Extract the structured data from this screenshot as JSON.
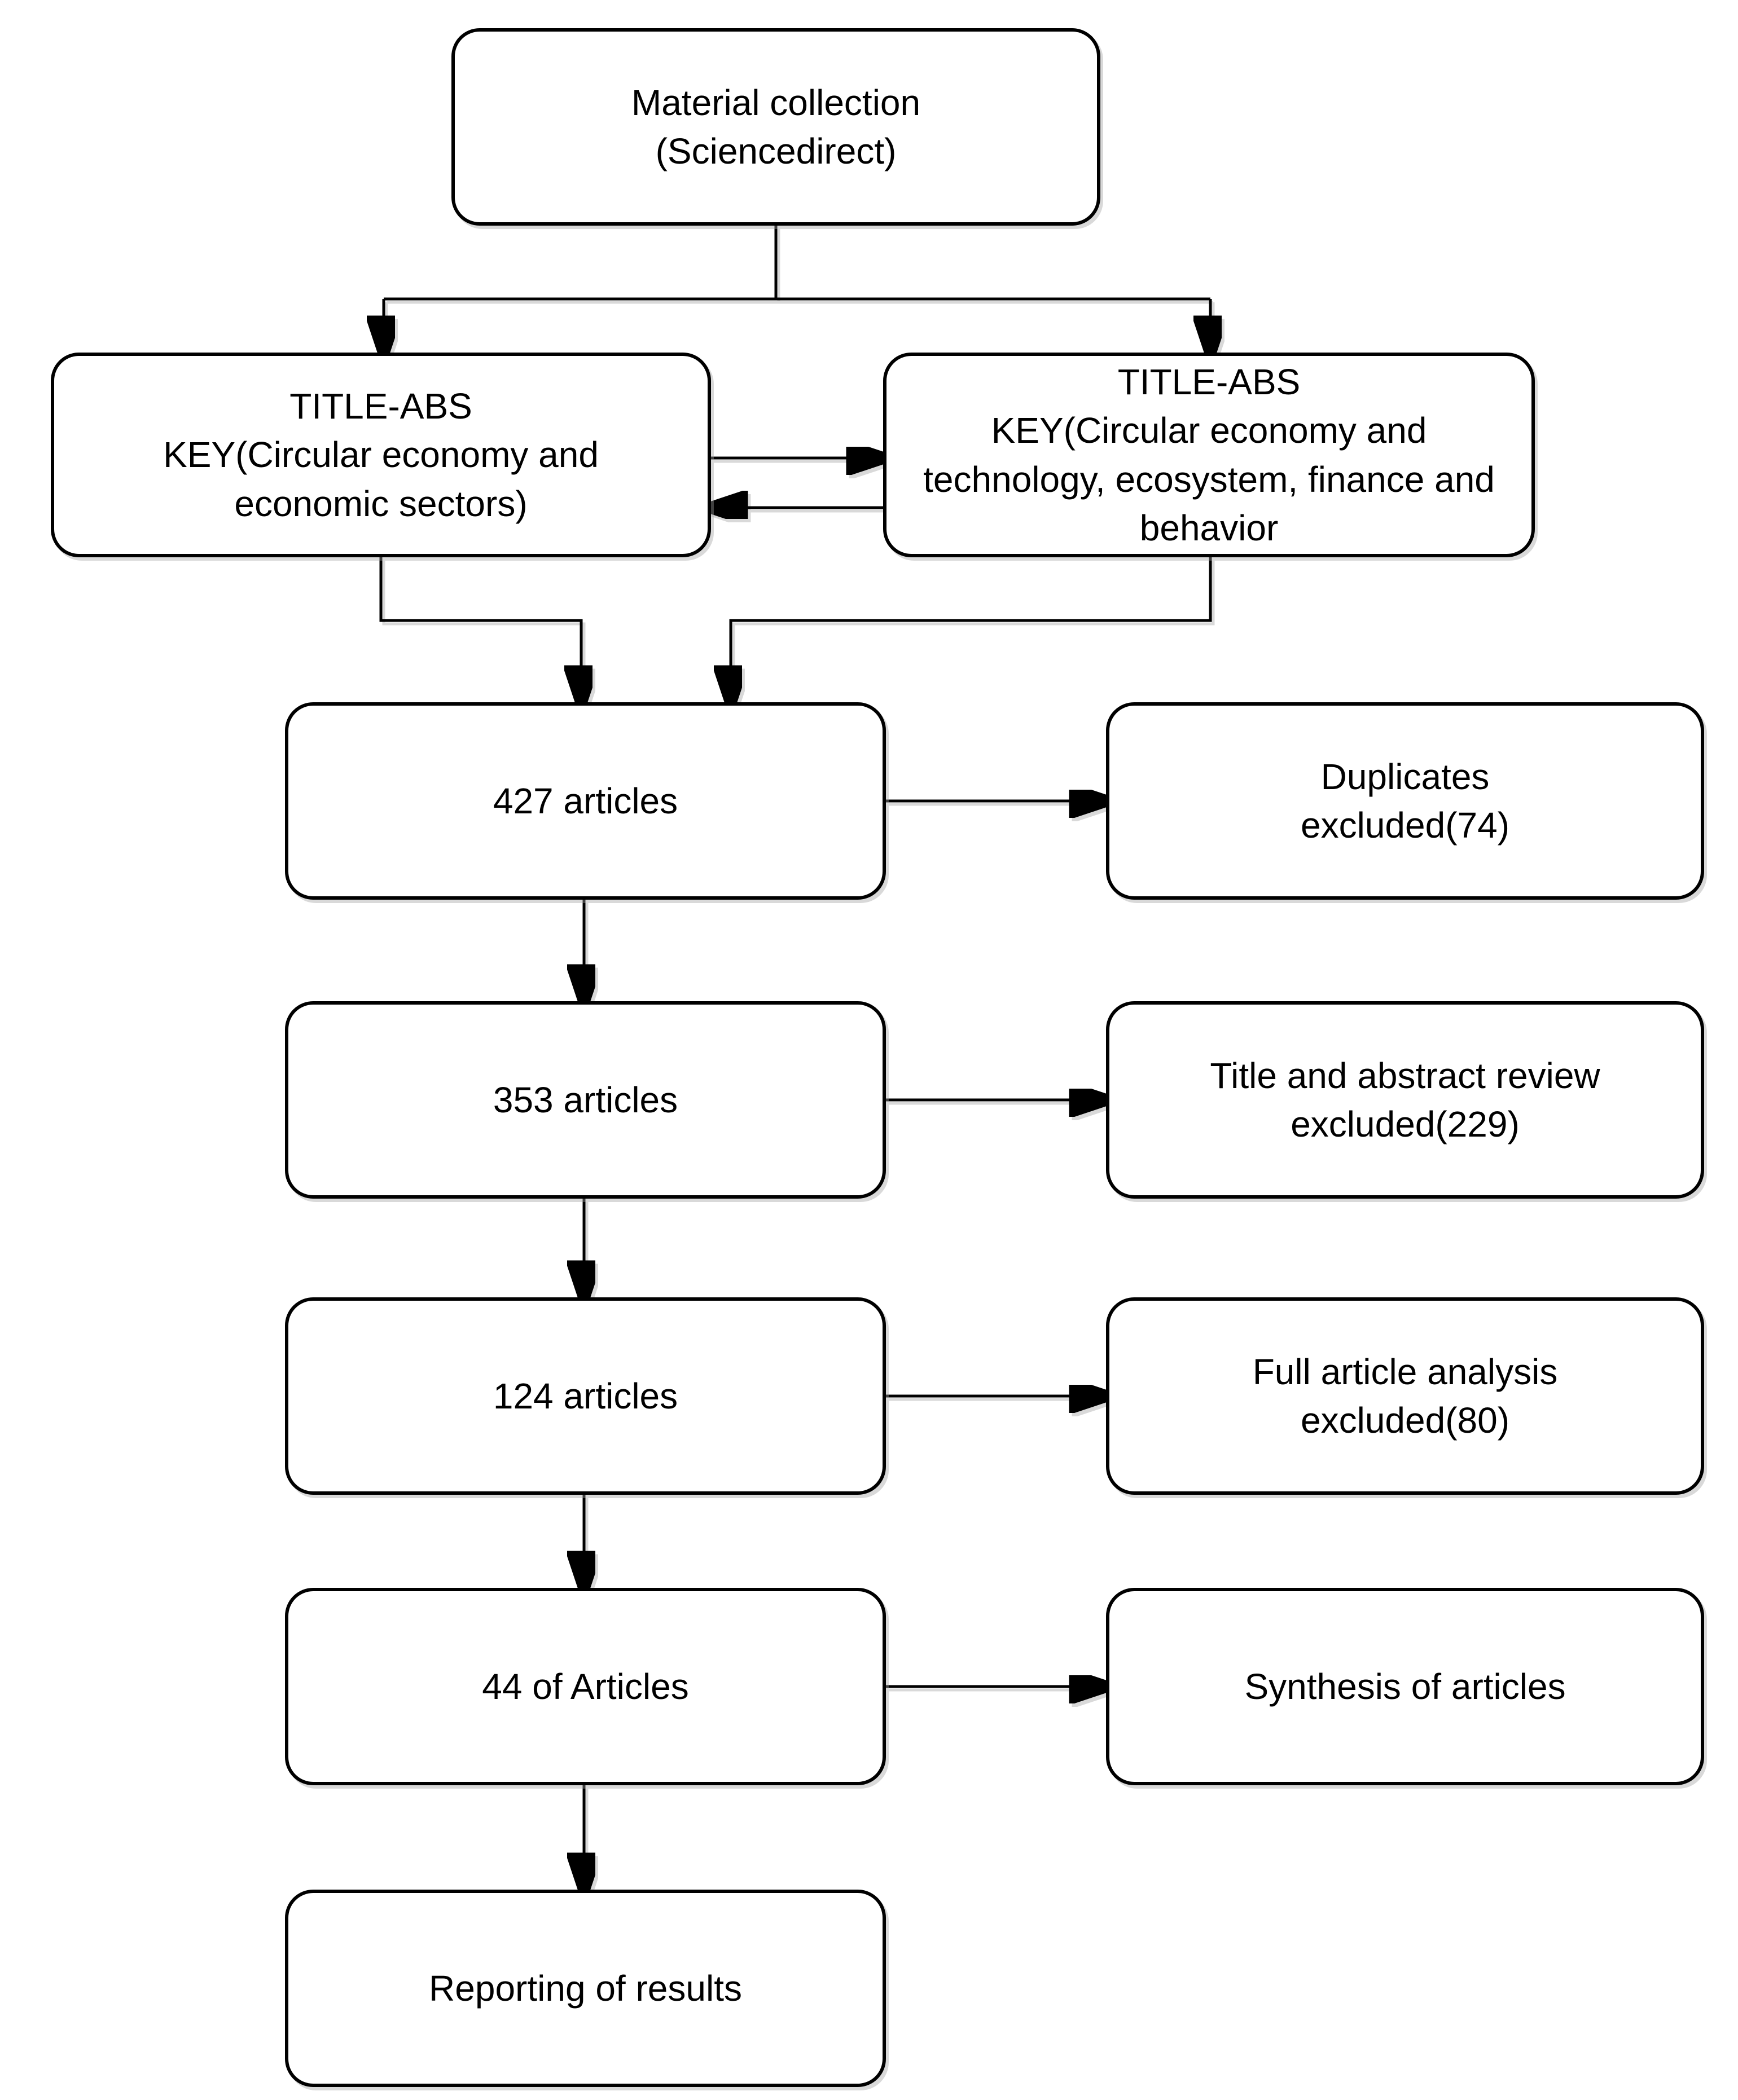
{
  "figure": {
    "type": "flowchart",
    "background_color": "#ffffff",
    "line_color": "#000000",
    "text_color": "#000000",
    "nodes": {
      "material": {
        "lines": [
          "Material collection",
          "(Sciencedirect)"
        ]
      },
      "key_sectors": {
        "lines": [
          "TITLE-ABS",
          "KEY(Circular economy and",
          "economic sectors)"
        ]
      },
      "key_technology": {
        "lines": [
          "TITLE-ABS",
          "KEY(Circular economy and",
          "technology, ecosystem, finance  and",
          "behavior"
        ]
      },
      "articles_427": {
        "lines": [
          "427 articles"
        ]
      },
      "duplicates": {
        "lines": [
          "Duplicates",
          "excluded(74)"
        ]
      },
      "articles_353": {
        "lines": [
          "353 articles"
        ]
      },
      "title_abstract": {
        "lines": [
          "Title and abstract review",
          "excluded(229)"
        ]
      },
      "articles_124": {
        "lines": [
          "124 articles"
        ]
      },
      "full_article": {
        "lines": [
          "Full article analysis",
          "excluded(80)"
        ]
      },
      "articles_44": {
        "lines": [
          "44 of Articles"
        ]
      },
      "synthesis": {
        "lines": [
          "Synthesis of articles"
        ]
      },
      "reporting": {
        "lines": [
          "Reporting of  results"
        ]
      }
    }
  }
}
